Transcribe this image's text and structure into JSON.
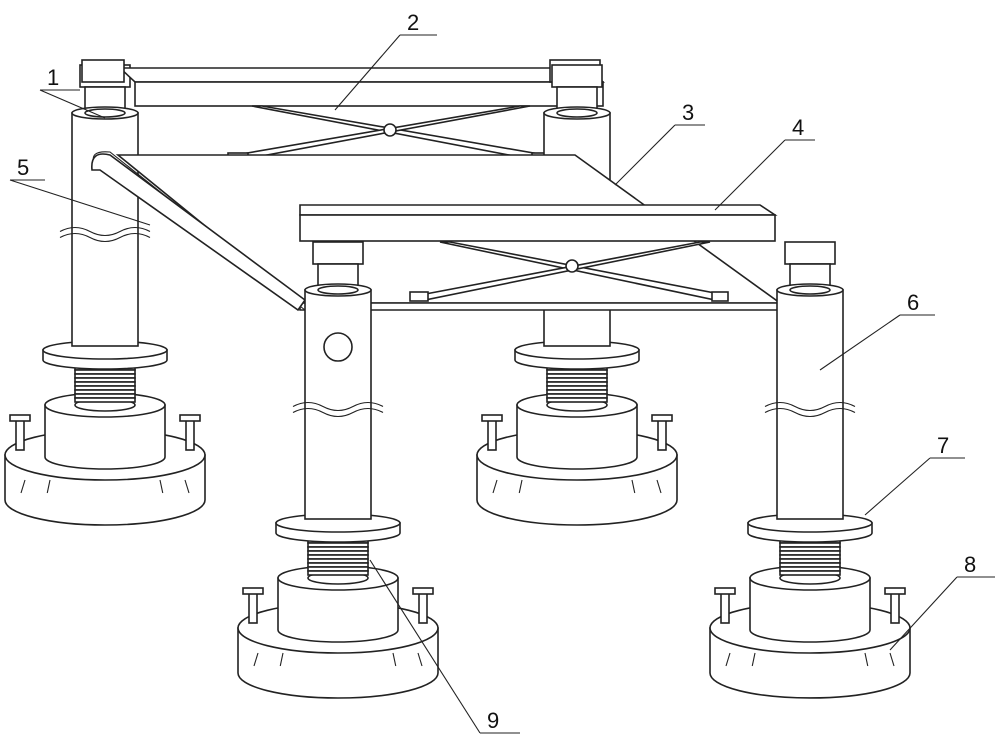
{
  "figure": {
    "type": "patent-mechanical-drawing",
    "labels": [
      {
        "id": "1",
        "text": "1"
      },
      {
        "id": "2",
        "text": "2"
      },
      {
        "id": "3",
        "text": "3"
      },
      {
        "id": "4",
        "text": "4"
      },
      {
        "id": "5",
        "text": "5"
      },
      {
        "id": "6",
        "text": "6"
      },
      {
        "id": "7",
        "text": "7"
      },
      {
        "id": "8",
        "text": "8"
      },
      {
        "id": "9",
        "text": "9"
      }
    ],
    "line_color": "#222222"
  }
}
